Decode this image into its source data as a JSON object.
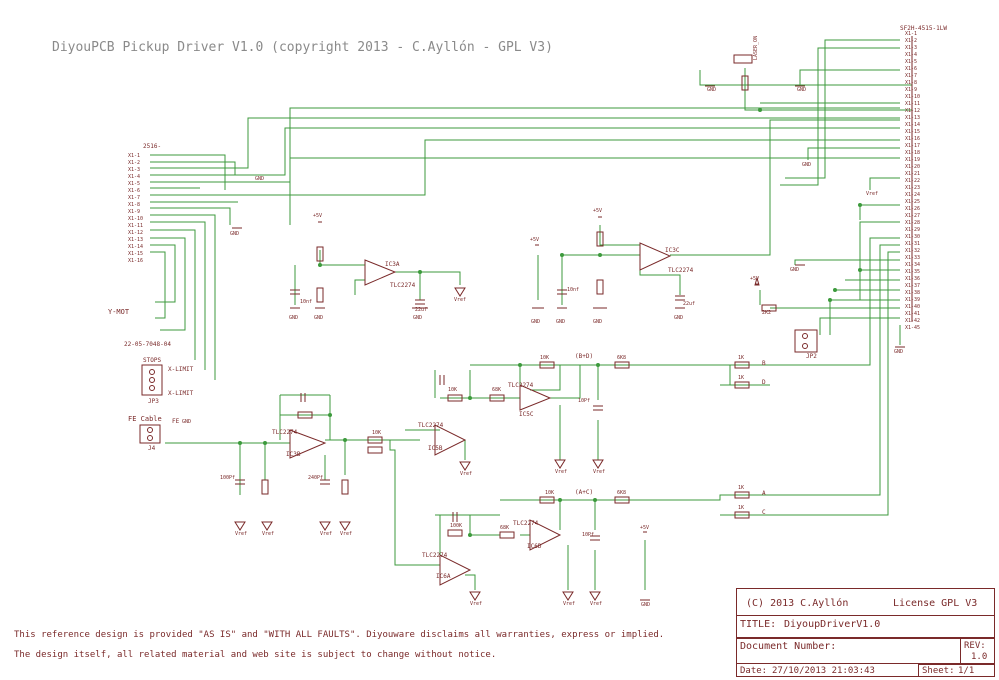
{
  "header": {
    "title": "DiyouPCB Pickup Driver V1.0 (copyright 2013 - C.Ayllón - GPL V3)"
  },
  "disclaimer": {
    "line1": "This reference design is provided \"AS IS\" and \"WITH ALL FAULTS\". Diyouware disclaims all warranties, express or implied.",
    "line2": "The design itself, all related material and web site is subject to change without notice."
  },
  "title_block": {
    "copyright": "(C) 2013 C.Ayllón",
    "license": "License GPL V3",
    "title_label": "TITLE:",
    "title_value": "DiyoupDriverV1.0",
    "doc_label": "Document Number:",
    "rev_label": "REV:",
    "rev_value": "1.0",
    "date_label": "Date:",
    "date_value": "27/10/2013 21:03:43",
    "sheet_label": "Sheet:",
    "sheet_value": "1/1"
  },
  "labels": {
    "conn_left": "2516-",
    "conn_right": "SF2H-4515-1LW",
    "ymot": "Y-MOT",
    "jst": "22-05-7048-04",
    "stops": "STOPS",
    "xlimit1": "X-LIMIT",
    "xlimit2": "X-LIMIT",
    "fe_cable": "FE Cable",
    "fe": "FE",
    "j4": "J4",
    "j3": "JP3",
    "j2": "JP2",
    "laser": "LASER_ON",
    "ic3a": "IC3A",
    "ic3b": "IC3B",
    "ic3c": "IC3C",
    "ic5b": "IC5B",
    "ic5c": "IC5C",
    "ic6a": "IC6A",
    "ic6d": "IC6D",
    "tlc1": "TLC2274",
    "tlc2": "TLC2274",
    "tlc3": "TLC2274",
    "tlc4": "TLC2274",
    "tlc5": "TLC2274",
    "tlc6": "TLC2274",
    "tlc7": "TLC2274",
    "bd": "(B+D)",
    "ac": "(A+C)",
    "out_b": "B",
    "out_d": "D",
    "out_a": "A",
    "out_c": "C",
    "r10k1": "10K",
    "r10k2": "10K",
    "r10k3": "10K",
    "r10k4": "10K",
    "r68k1": "68K",
    "r68k2": "68K",
    "r6k1": "6K8",
    "r6k2": "6K8",
    "r1k1": "1K",
    "r1k2": "1K",
    "r1k3": "1K",
    "r1k4": "1K",
    "r100k": "100K",
    "c10p1": "10Pf",
    "c10p2": "10Pf",
    "c100pf": "100Pf",
    "c240pf": "240Pf",
    "c22u1": "22uf",
    "c22u2": "22uf",
    "c10n1": "10nf",
    "c10n2": "10nf",
    "p5v1": "+5V",
    "p5v2": "+5V",
    "p5v3": "+5V",
    "p5v4": "+5V",
    "p5v5": "+5V",
    "r2k2": "2K2",
    "gnd_list": [
      "GND",
      "GND",
      "GND",
      "GND",
      "GND",
      "GND",
      "GND",
      "GND",
      "GND",
      "GND",
      "GND",
      "GND",
      "GND",
      "GND",
      "GND",
      "GND"
    ],
    "vref_list": [
      "Vref",
      "Vref",
      "Vref",
      "Vref",
      "Vref",
      "Vref",
      "Vref",
      "Vref",
      "Vref",
      "Vref",
      "Vref",
      "Vref"
    ]
  },
  "colors": {
    "trace": "#3c9a3c",
    "symbol": "#7a2a2a",
    "title_text": "#8a8a8a"
  }
}
